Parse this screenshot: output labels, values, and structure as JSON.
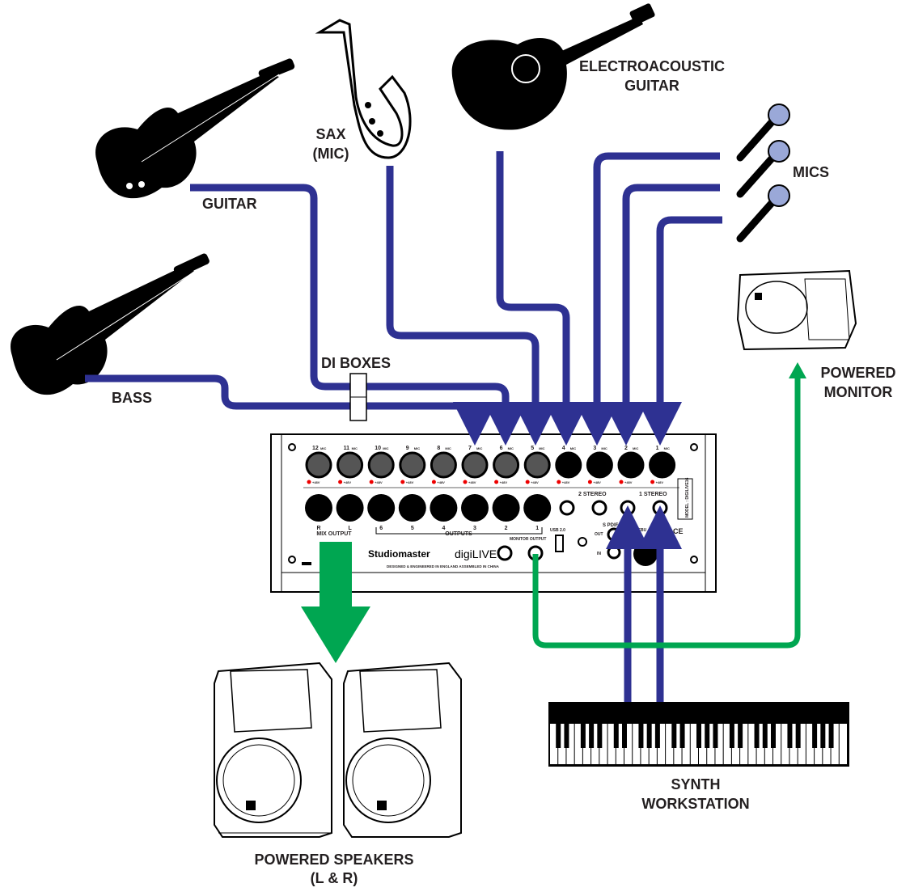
{
  "colors": {
    "signal": "#2e3192",
    "output": "#00a651",
    "ink": "#231f20"
  },
  "labels": {
    "guitar": "GUITAR",
    "bass": "BASS",
    "sax_line1": "SAX",
    "sax_line2": "(MIC)",
    "electro_line1": "ELECTROACOUSTIC",
    "electro_line2": "GUITAR",
    "mics": "MICS",
    "di_boxes": "DI BOXES",
    "monitor_line1": "POWERED",
    "monitor_line2": "MONITOR",
    "speakers_line1": "POWERED SPEAKERS",
    "speakers_line2": "(L & R)",
    "synth_line1": "SYNTH",
    "synth_line2": "WORKSTATION"
  },
  "mixer": {
    "brand": "Studiomaster",
    "product": "digiLIVE",
    "footer": "DESIGNED & ENGINEERED IN ENGLAND   ASSEMBLED IN CHINA",
    "model": "MODEL : DIGILIVE16",
    "inputs": [
      "12",
      "11",
      "10",
      "9",
      "8",
      "7",
      "6",
      "5",
      "4",
      "3",
      "2",
      "1"
    ],
    "input_suffix": "MIC",
    "phantom": "+48V",
    "outputs": [
      "R",
      "L",
      "6",
      "5",
      "4",
      "3",
      "2",
      "1"
    ],
    "mix_output": "MIX OUTPUT",
    "outputs_label": "OUTPUTS",
    "stereo2": "2 STEREO",
    "stereo1": "1 STEREO",
    "monitor_output": "MONITOR OUTPUT",
    "usb": "USB 2.0",
    "spdif": "S PDIF",
    "spdif_out": "OUT",
    "spdif_in": "IN",
    "aes": "AES/EBU",
    "ce": "CE"
  }
}
